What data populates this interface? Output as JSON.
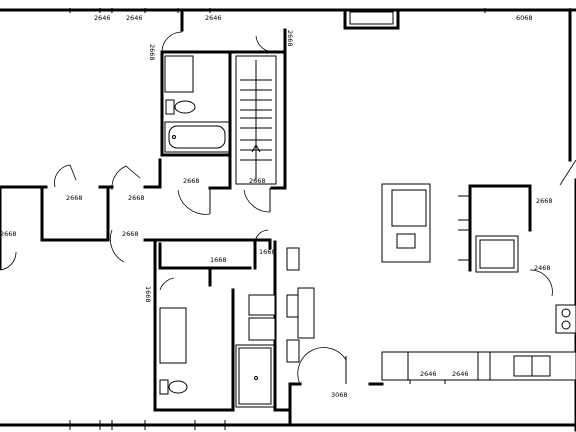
{
  "labels": {
    "top_window_left": "2646",
    "top_window_mid": "2646",
    "top_window_right": "2646",
    "top_window_far_right": "6068",
    "bath1_door": "2668",
    "closet_door": "2668",
    "hall_door": "2668",
    "stair_door": "2668",
    "left_room_door": "2668",
    "left_closet_door": "2668",
    "left_room_door_b": "2668",
    "left_hall_door": "2668",
    "bath2_door": "1668",
    "bath2_side_door": "1668",
    "linen_door": "1668",
    "pantry_door": "2668",
    "kitchen_door": "2468",
    "bottom_window_left": "2646",
    "bottom_window_right": "2646",
    "bottom_door": "3068"
  }
}
